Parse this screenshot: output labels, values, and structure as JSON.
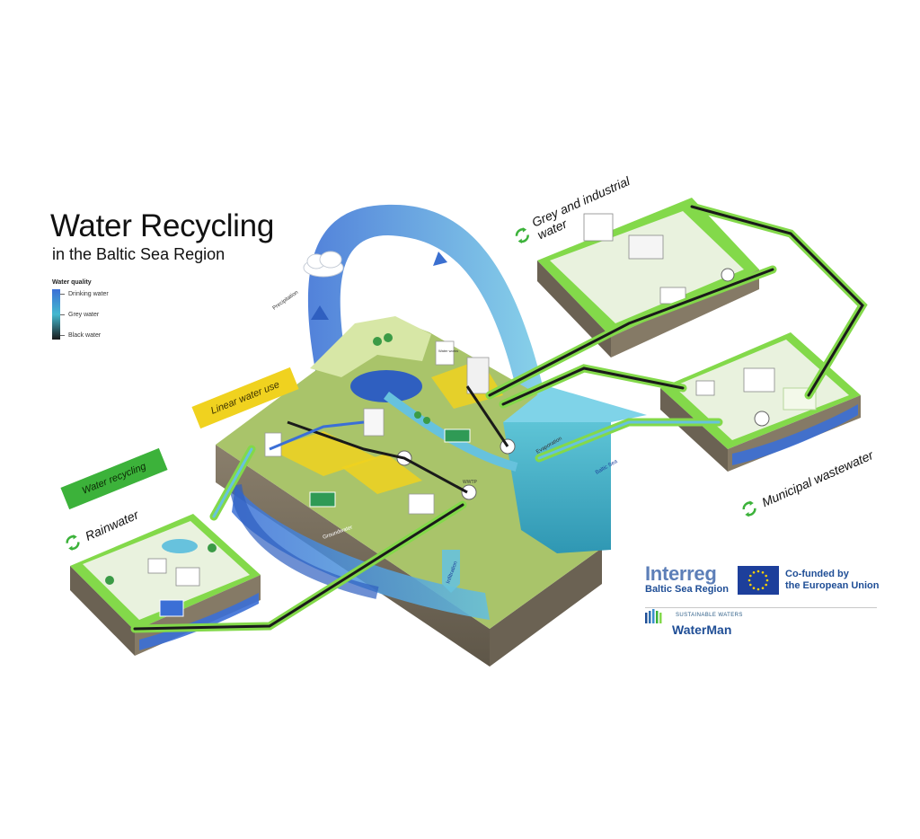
{
  "title": "Water Recycling",
  "subtitle": "in the Baltic Sea Region",
  "legend": {
    "title": "Water quality",
    "items": [
      "Drinking water",
      "Grey water",
      "Black water"
    ]
  },
  "banners": {
    "water_recycling": "Water recycling",
    "linear_water_use": "Linear water use"
  },
  "sections": {
    "rainwater": "Rainwater",
    "grey_industrial_line1": "Grey and industrial",
    "grey_industrial_line2": "water",
    "municipal": "Municipal wastewater"
  },
  "diagram_labels": {
    "precipitation": "Precipitation",
    "evaporation": "Evaporation",
    "baltic_sea": "Baltic Sea",
    "groundwater": "Groundwater",
    "infiltration": "Infiltration",
    "wwtp": "WWTP",
    "water_works": "Water works"
  },
  "logos": {
    "interreg": "Interreg",
    "interreg_sub": "Baltic Sea Region",
    "cofunded_line1": "Co-funded by",
    "cofunded_line2": "the European Union",
    "sustainable": "SUSTAINABLE WATERS",
    "waterman": "WaterMan"
  },
  "colors": {
    "drinking": "#3b6fd6",
    "grey": "#43b9cf",
    "black": "#1a1a1a",
    "green": "#3cb23a",
    "yellow": "#f0d21f",
    "land_top": "#a9c46a",
    "eu_blue": "#1d3f9b"
  }
}
